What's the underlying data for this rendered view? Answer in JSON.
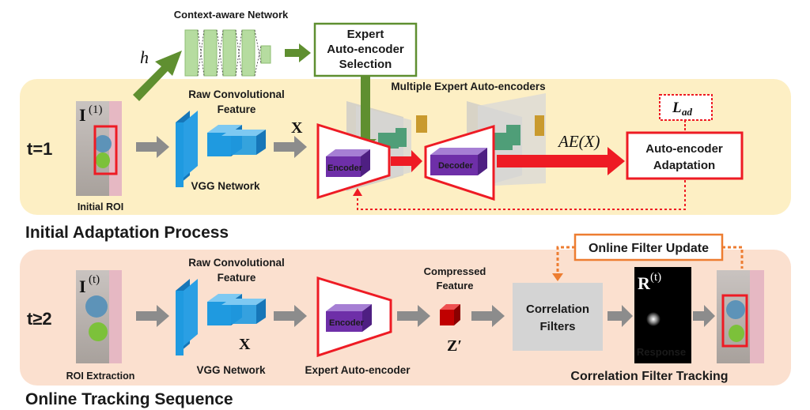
{
  "labels": {
    "context_network": "Context-aware Network",
    "h": "h",
    "expert_selection": [
      "Expert",
      "Auto-encoder",
      "Selection"
    ],
    "multiple_experts": "Multiple Expert Auto-encoders",
    "raw_conv_1": [
      "Raw Convolutional",
      "Feature"
    ],
    "raw_conv_2": [
      "Raw Convolutional",
      "Feature"
    ],
    "vgg_1": "VGG Network",
    "vgg_2": "VGG Network",
    "x_1": "X",
    "x_2": "X",
    "image_1_symbol": "I",
    "image_1_sup": "(1)",
    "image_2_symbol": "I",
    "image_2_sup": "(t)",
    "t1": "t=1",
    "t2": "t≥2",
    "initial_roi": "Initial ROI",
    "roi_extraction": "ROI Extraction",
    "encoder_1": "Encoder",
    "decoder_1": "Decoder",
    "encoder_2": "Encoder",
    "ae_x": "AE(X)",
    "l_ad": "L",
    "l_ad_sub": "ad",
    "ae_adaptation": [
      "Auto-encoder",
      "Adaptation"
    ],
    "initial_process": "Initial Adaptation Process",
    "online_sequence": "Online Tracking Sequence",
    "compressed_feature": [
      "Compressed",
      "Feature"
    ],
    "z_prime": "Z′",
    "expert_ae": "Expert Auto-encoder",
    "online_filter_update": "Online Filter Update",
    "correlation_filters": [
      "Correlation",
      "Filters"
    ],
    "r_symbol": "R",
    "r_sup": "(t)",
    "response": "Response",
    "cf_tracking": "Correlation Filter Tracking"
  },
  "colors": {
    "top_panel": "#fdefc4",
    "bottom_panel": "#fbe0cf",
    "red": "#ee1b24",
    "green_arrow": "#5f8f30",
    "grey_arrow": "#8c8c8c",
    "purple": "#6e2fa8",
    "vgg_blue": "#1f9ae0",
    "gold_title": "#9a7a12",
    "red_title": "#c00000",
    "orange_dotted": "#ed7d31"
  }
}
